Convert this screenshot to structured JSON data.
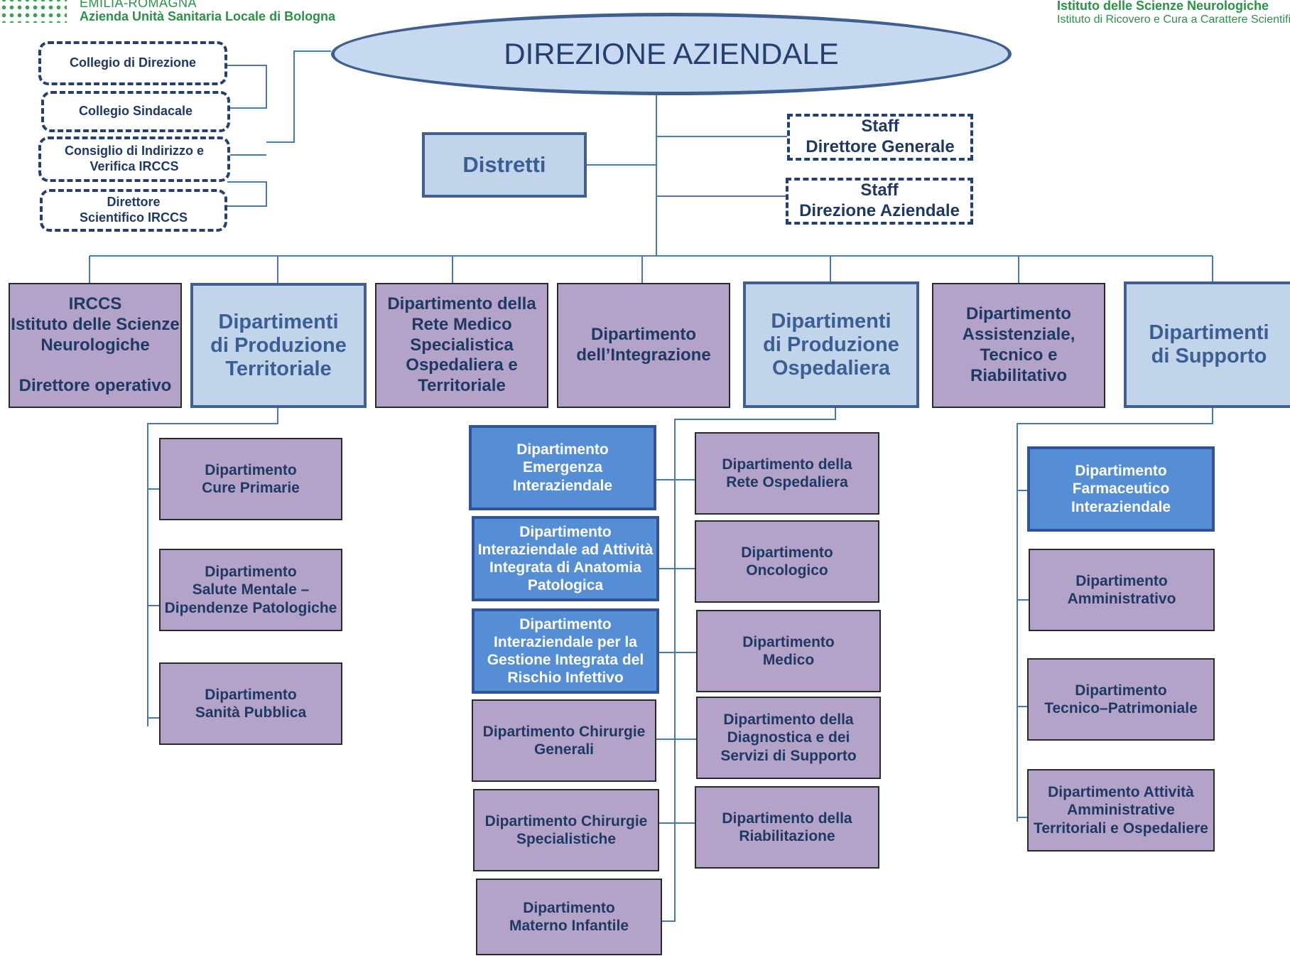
{
  "header": {
    "left_logo": {
      "region": "EMILIA-ROMAGNA",
      "org": "Azienda Unità Sanitaria Locale di Bologna"
    },
    "right_logo": {
      "line1": "Istituto delle Scienze Neurologiche",
      "line2": "Istituto di Ricovero e Cura a Carattere Scientifico"
    }
  },
  "top": {
    "direzione": "DIREZIONE AZIENDALE",
    "distretti": "Distretti"
  },
  "collegi": [
    "Collegio di Direzione",
    "Collegio  Sindacale",
    "Consiglio di Indirizzo e\nVerifica IRCCS",
    "Direttore\nScientifico IRCCS"
  ],
  "staff": [
    "Staff\nDirettore Generale",
    "Staff\nDirezione Aziendale"
  ],
  "level1": [
    "IRCCS\nIstituto delle Scienze\nNeurologiche\n\nDirettore operativo",
    "Dipartimenti\ndi Produzione\nTerritoriale",
    "Dipartimento della\nRete Medico\nSpecialistica\nOspedaliera e\nTerritoriale",
    "Dipartimento\ndell’Integrazione",
    "Dipartimenti\ndi Produzione\nOspedaliera",
    "Dipartimento\nAssistenziale,\nTecnico e\nRiabilitativo",
    "Dipartimenti\ndi Supporto"
  ],
  "territoriale": [
    "Dipartimento\nCure Primarie",
    "Dipartimento\nSalute Mentale –\nDipendenze Patologiche",
    "Dipartimento\nSanità Pubblica"
  ],
  "ospedaliera_left": [
    "Dipartimento\nEmergenza\nInteraziendale",
    "Dipartimento\nInteraziendale ad Attività\nIntegrata di Anatomia\nPatologica",
    "Dipartimento\nInteraziendale  per la\nGestione Integrata del\nRischio Infettivo",
    "Dipartimento  Chirurgie\nGenerali",
    "Dipartimento  Chirurgie\nSpecialistiche",
    "Dipartimento\nMaterno Infantile"
  ],
  "ospedaliera_right": [
    "Dipartimento  della\nRete Ospedaliera",
    "Dipartimento\nOncologico",
    "Dipartimento\nMedico",
    "Dipartimento della\nDiagnostica e dei\nServizi di Supporto",
    "Dipartimento  della\nRiabilitazione"
  ],
  "supporto": [
    "Dipartimento\nFarmaceutico\nInteraziendale",
    "Dipartimento\nAmministrativo",
    "Dipartimento\nTecnico–Patrimoniale",
    "Dipartimento  Attività\nAmministrative\nTerritoriali e Ospedaliere"
  ],
  "colors": {
    "purple": "#b3a3c9",
    "light_blue": "#c2d4ea",
    "interaziendale_blue": "#558ed5",
    "line": "#4a78b5",
    "logo_green": "#2c9148"
  }
}
